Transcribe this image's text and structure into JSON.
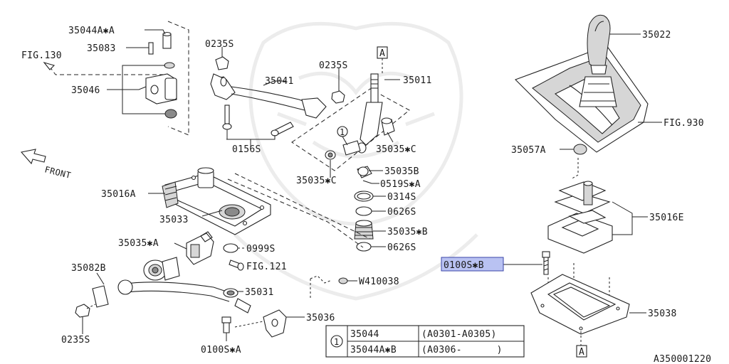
{
  "labels": {
    "p35044a_a": "35044A✱A",
    "p35083": "35083",
    "fig130": "FIG.130",
    "p35046": "35046",
    "p0235s_1": "0235S",
    "p0235s_2": "0235S",
    "p35041": "35041",
    "a_top": "A",
    "p35011": "35011",
    "circle1": "1",
    "p35035c_1": "35035✱C",
    "p0156s": "0156S",
    "front": "FRONT",
    "p35035c_2": "35035✱C",
    "p35035b": "35035B",
    "p0519s_a": "0519S✱A",
    "p35016a": "35016A",
    "p0314s": "0314S",
    "p0626s_1": "0626S",
    "p35033": "35033",
    "p35035b2": "35035✱B",
    "p35035a": "35035✱A",
    "p0626s_2": "0626S",
    "p0999s": "0999S",
    "fig121": "FIG.121",
    "p35082b": "35082B",
    "w410038": "W410038",
    "p35031": "35031",
    "p35036": "35036",
    "p0235s_3": "0235S",
    "p0100s_a": "0100S✱A",
    "p35022": "35022",
    "fig930": "FIG.930",
    "p35057a": "35057A",
    "p35016e": "35016E",
    "p0100s_b": "0100S✱B",
    "p35038": "35038",
    "a_bottom": "A",
    "diagram_id": "A350001220"
  },
  "table": {
    "note_number": "1",
    "rows": [
      {
        "part": "35044",
        "range": "(A0301-A0305)"
      },
      {
        "part": "35044A✱B",
        "range": "(A0306-      )"
      }
    ]
  },
  "colors": {
    "highlight_fill": "#b9c2f2",
    "highlight_stroke": "#3a46a8",
    "line": "#222222",
    "watermark": "#ececec"
  }
}
